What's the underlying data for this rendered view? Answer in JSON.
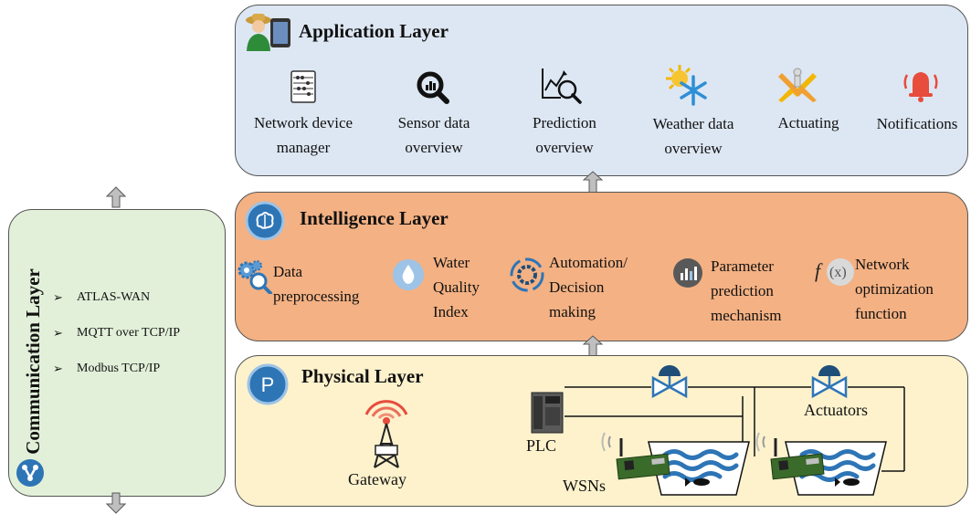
{
  "application_layer": {
    "title": "Application Layer",
    "items": [
      {
        "label_lines": [
          "Network device",
          "manager"
        ],
        "icon": "abacus-icon"
      },
      {
        "label_lines": [
          "Sensor data",
          "overview"
        ],
        "icon": "magnifier-chart-icon"
      },
      {
        "label_lines": [
          "Prediction",
          "overview"
        ],
        "icon": "trend-magnifier-icon"
      },
      {
        "label_lines": [
          "Weather data",
          "overview"
        ],
        "icon": "sun-snowflake-icon"
      },
      {
        "label_lines": [
          "Actuating"
        ],
        "icon": "actuator-arrows-icon"
      },
      {
        "label_lines": [
          "Notifications"
        ],
        "icon": "bell-alarm-icon"
      }
    ],
    "colors": {
      "fill": "#dde7f3",
      "accent": "#e74c3c"
    }
  },
  "intelligence_layer": {
    "title": "Intelligence Layer",
    "items": [
      {
        "label_lines": [
          "Data",
          "preprocessing"
        ],
        "icon": "gears-magnifier-icon"
      },
      {
        "label_lines": [
          "Water",
          "Quality",
          "Index"
        ],
        "icon": "water-drop-icon"
      },
      {
        "label_lines": [
          "Automation/",
          "Decision",
          "making"
        ],
        "icon": "automation-cycle-icon"
      },
      {
        "label_lines": [
          "Parameter",
          "prediction",
          "mechanism"
        ],
        "icon": "bar-chart-circle-icon"
      },
      {
        "label_lines": [
          "Network",
          "optimization",
          "function"
        ],
        "icon": "function-fx-icon"
      }
    ],
    "colors": {
      "fill": "#f4b183"
    }
  },
  "physical_layer": {
    "title": "Physical Layer",
    "badge": "P",
    "labels": {
      "gateway": "Gateway",
      "plc": "PLC",
      "wsns": "WSNs",
      "actuators": "Actuators"
    },
    "colors": {
      "fill": "#fdf2cc",
      "valve": "#2e75b6",
      "water": "#2e75b6"
    }
  },
  "communication_layer": {
    "title": "Communication Layer",
    "protocols": [
      "ATLAS-WAN",
      "MQTT over TCP/IP",
      "Modbus TCP/IP"
    ],
    "bullet": "➢",
    "colors": {
      "fill": "#e2f0d9",
      "badge": "#2e75b6"
    }
  }
}
